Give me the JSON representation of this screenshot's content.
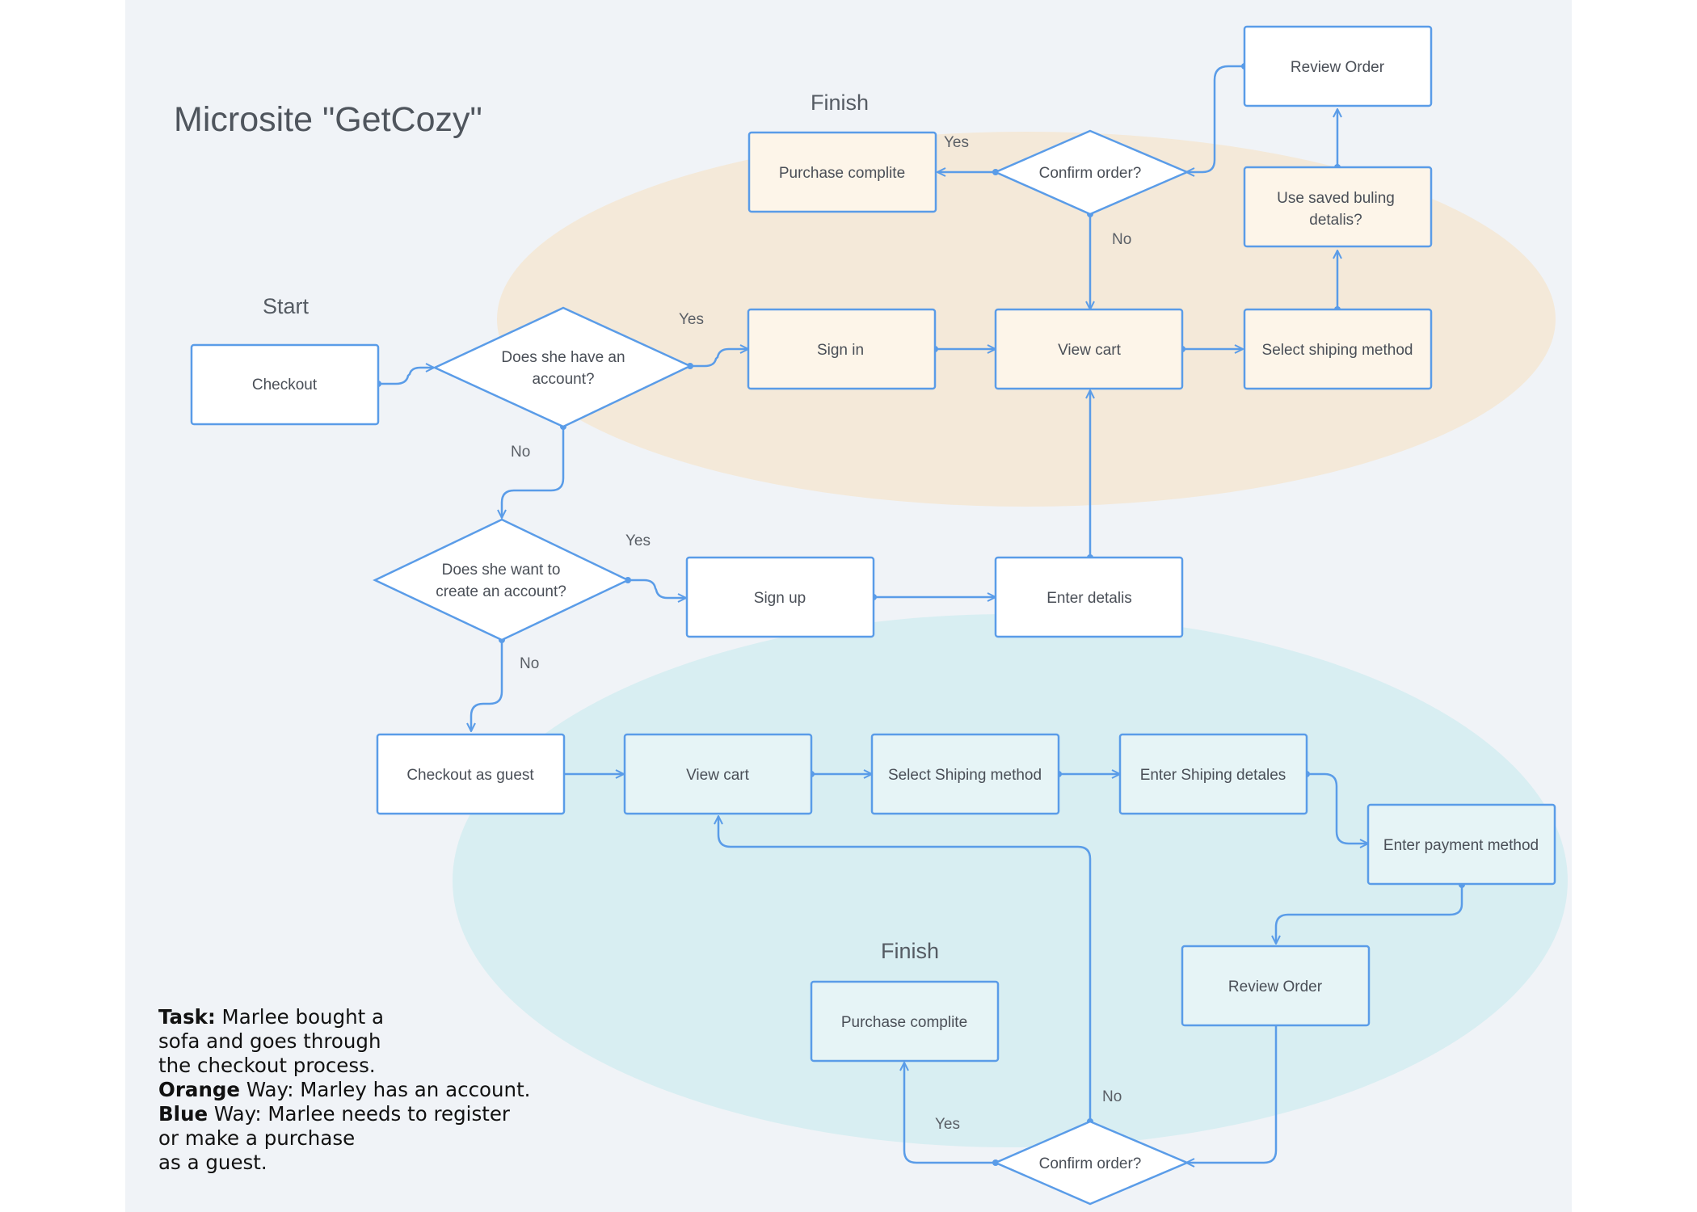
{
  "title": "Microsite \"GetCozy\"",
  "colors": {
    "page_background": "#f0f3f7",
    "orange_way": "#f4e9d9",
    "blue_way": "#d8eef2",
    "stroke": "#5a9ce8"
  },
  "headings": {
    "start": "Start",
    "finish_top": "Finish",
    "finish_bottom": "Finish"
  },
  "nodes": {
    "checkout": "Checkout",
    "has_account": [
      "Does she have an",
      "account?"
    ],
    "sign_in": "Sign in",
    "view_cart_top": "View cart",
    "select_shipping_top": "Select shiping method",
    "use_saved_billing": [
      "Use saved buling",
      "detalis?"
    ],
    "review_order_top": "Review Order",
    "confirm_order_top": "Confirm order?",
    "purchase_complete_top": "Purchase complite",
    "want_account": [
      "Does she want to",
      "create an account?"
    ],
    "sign_up": "Sign up",
    "enter_details": "Enter detalis",
    "checkout_guest": "Checkout as guest",
    "view_cart_bottom": "View cart",
    "select_shipping_bottom": "Select Shiping method",
    "enter_shipping": "Enter Shiping detales",
    "enter_payment": "Enter payment method",
    "review_order_bottom": "Review Order",
    "confirm_order_bottom": "Confirm order?",
    "purchase_complete_bottom": "Purchase complite"
  },
  "edge_labels": {
    "yes_account": "Yes",
    "no_account": "No",
    "yes_create": "Yes",
    "no_create": "No",
    "yes_confirm_top": "Yes",
    "no_confirm_top": "No",
    "yes_confirm_bottom": "Yes",
    "no_confirm_bottom": "No"
  },
  "task": {
    "task_label": "Task:",
    "task_line1": " Marlee bought a",
    "task_line2": "sofa and goes through",
    "task_line3": "the checkout process.",
    "orange_label": "Orange",
    "orange_text": " Way: Marley has an account.",
    "blue_label": "Blue",
    "blue_text1": " Way: Marlee needs to register",
    "blue_text2": "or make a purchase",
    "blue_text3": "as a guest."
  }
}
